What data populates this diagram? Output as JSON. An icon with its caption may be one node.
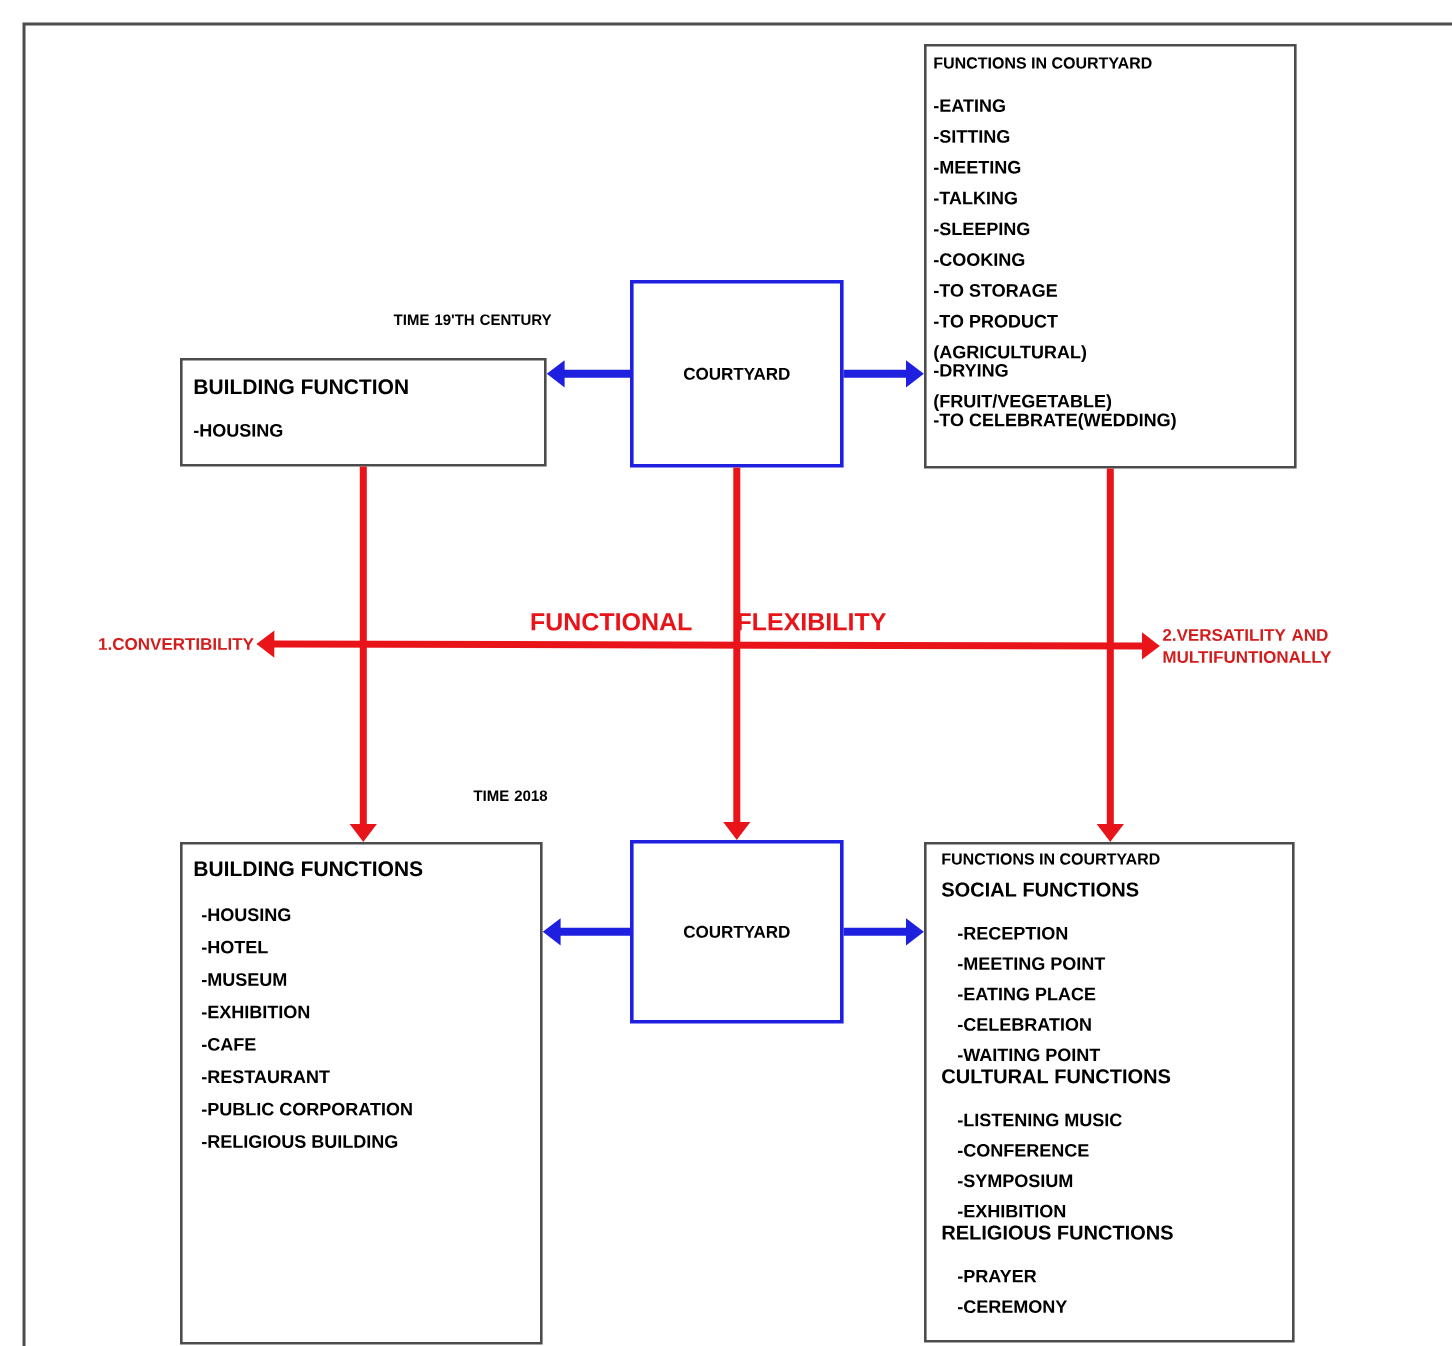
{
  "diagram": {
    "nodes": [
      {
        "text": [
          "BUILDING FUNCTION",
          "-HOUSING"
        ],
        "beside": [
          "TIME 19'TH CENTURY"
        ]
      },
      {
        "text": [
          "COURTYARD"
        ]
      },
      {
        "text": [
          "FUNCTIONS IN COURTYARD",
          "-EATING",
          "-SITTING",
          "-MEETING",
          "-TALKING",
          "-SLEEPING",
          "-COOKING",
          "-TO STORAGE",
          "-TO PRODUCT (AGRICULTURAL)",
          "-DRYING (FRUIT/VEGETABLE)",
          "-TO CELEBRATE(WEDDING)"
        ]
      },
      {
        "text": [
          "BUILDING FUNCTIONS",
          "-HOUSING",
          "-HOTEL",
          "-MUSEUM",
          "-EXHIBITION",
          "-CAFE",
          "-RESTAURANT",
          "-PUBLIC CORPORATION",
          "-RELIGIOUS BUILDING"
        ],
        "beside": [
          "TIME 2018"
        ]
      },
      {
        "text": [
          "COURTYARD"
        ]
      },
      {
        "text": [
          "FUNCTIONS IN COURTYARD",
          "SOCIAL FUNCTIONS",
          "-RECEPTION",
          "-MEETING POINT",
          "-EATING PLACE",
          "-CELEBRATION",
          "-WAITING POINT",
          "CULTURAL FUNCTIONS",
          "-LISTENING MUSIC",
          "-CONFERENCE",
          "-SYMPOSIUM",
          "-EXHIBITION",
          "RELIGIOUS FUNCTIONS",
          "-PRAYER",
          "-CEREMONY"
        ]
      },
      {
        "text": [
          "1.CONVERTIBILITY"
        ]
      },
      {
        "text": [
          "2.VERSATILITY AND MULTIFUNTIONALLY"
        ]
      }
    ],
    "edges": [
      {
        "from": 1,
        "to": 0,
        "arrow": "to",
        "color": "#1f1fe0"
      },
      {
        "from": 1,
        "to": 2,
        "arrow": "to",
        "color": "#1f1fe0"
      },
      {
        "from": 6,
        "to": 7,
        "arrow": "both",
        "label": "FUNCTIONAL FLEXIBILITY",
        "color": "#e8141a"
      },
      {
        "from": 0,
        "to": 3,
        "arrow": "to",
        "color": "#e8141a"
      },
      {
        "from": 1,
        "to": 4,
        "arrow": "to",
        "color": "#e8141a"
      },
      {
        "from": 2,
        "to": 5,
        "arrow": "to",
        "color": "#e8141a"
      },
      {
        "from": 4,
        "to": 3,
        "arrow": "to",
        "color": "#1f1fe0"
      },
      {
        "from": 4,
        "to": 5,
        "arrow": "to",
        "color": "#1f1fe0"
      }
    ]
  }
}
